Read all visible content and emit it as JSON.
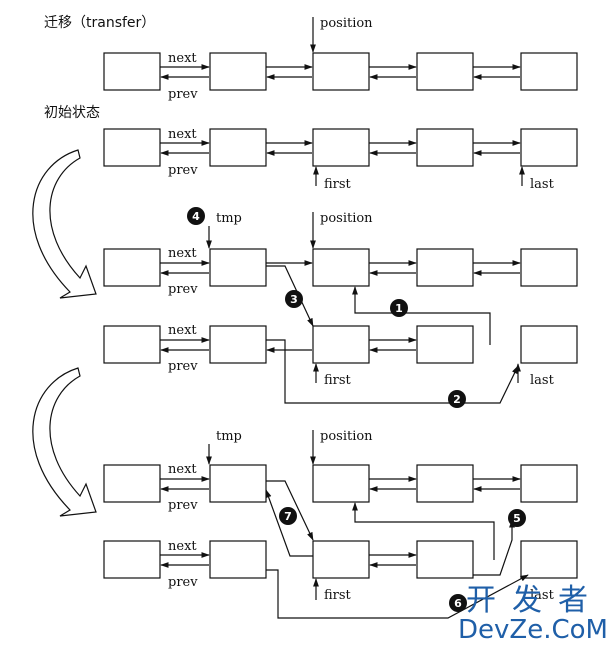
{
  "title": "迁移（transfer）",
  "initial_state": "初始状态",
  "labels": {
    "next": "next",
    "prev": "prev",
    "position": "position",
    "first": "first",
    "last": "last",
    "tmp": "tmp"
  },
  "step_markers": [
    "1",
    "2",
    "3",
    "4",
    "5",
    "6",
    "7"
  ],
  "watermark": {
    "chars": [
      "开",
      "发",
      "者"
    ],
    "site": "DevZe.CoM"
  }
}
